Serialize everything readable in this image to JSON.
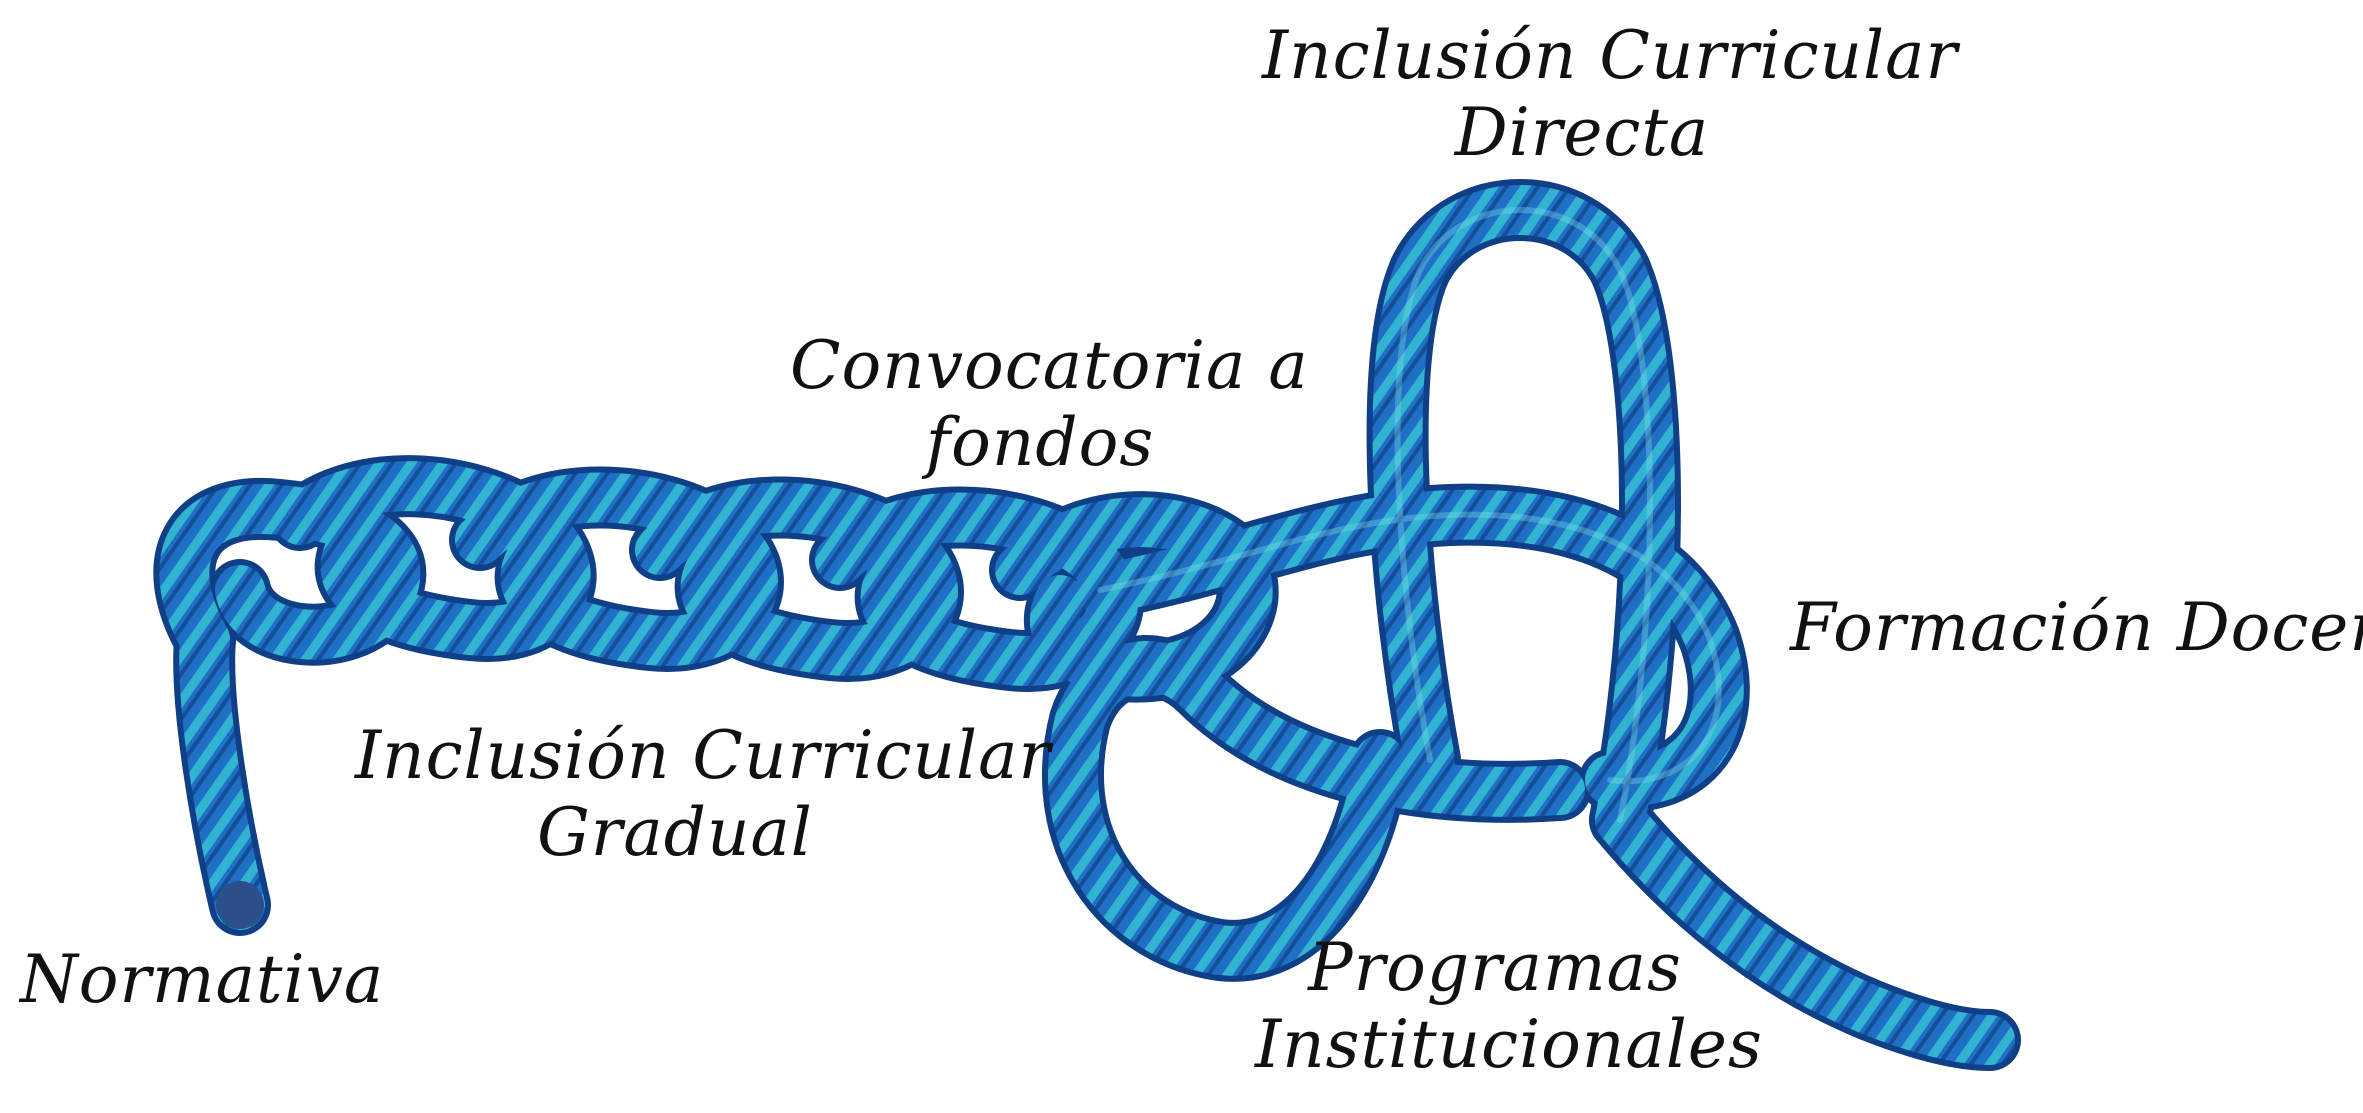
{
  "colors": {
    "rope_base": "#1f6fc4",
    "rope_dark": "#0f3f86",
    "rope_highlight": "#38c9d6",
    "background": "#ffffff",
    "text": "#111111"
  },
  "labels": {
    "inclusion_directa": [
      "Inclusión Curricular",
      "Directa"
    ],
    "convocatoria": [
      "Convocatoria a",
      "fondos"
    ],
    "formacion": "Formación Docente",
    "inclusion_gradual": [
      "Inclusión Curricular",
      "Gradual"
    ],
    "normativa": "Normativa",
    "programas": [
      "Programas",
      "Institucionales"
    ]
  }
}
